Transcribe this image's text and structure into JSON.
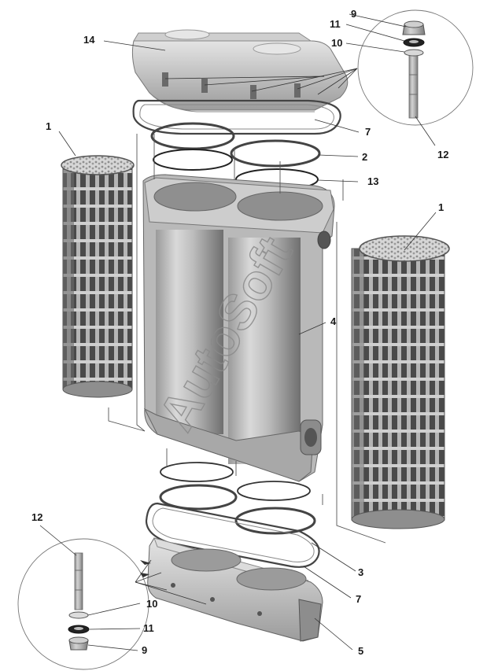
{
  "watermark": "AutoSoft",
  "callouts": {
    "c1_left": "1",
    "c1_right": "1",
    "c2": "2",
    "c3": "3",
    "c4": "4",
    "c5": "5",
    "c7_top": "7",
    "c7_bottom": "7",
    "c9_top": "9",
    "c9_bottom": "9",
    "c10_top": "10",
    "c10_bottom": "10",
    "c11_top": "11",
    "c11_bottom": "11",
    "c12_top": "12",
    "c12_bottom": "12",
    "c13": "13",
    "c14": "14"
  }
}
